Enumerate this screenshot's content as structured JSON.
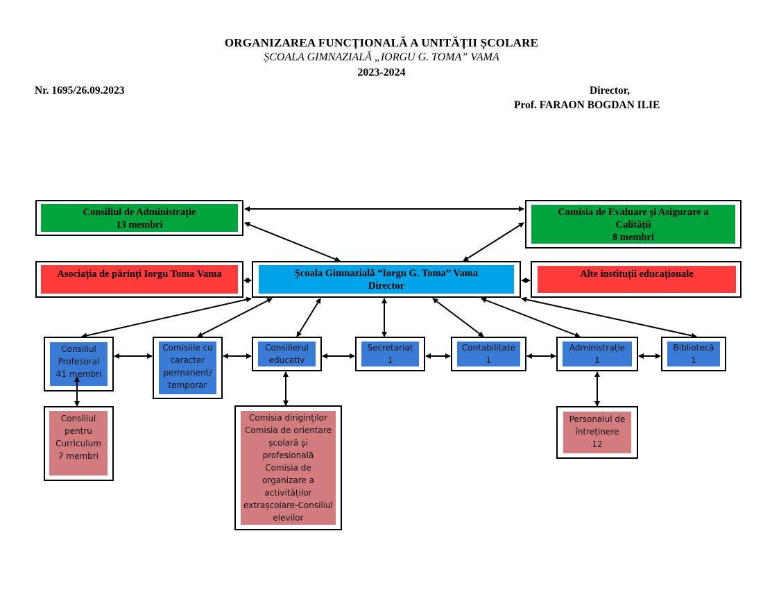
{
  "header": {
    "title": "ORGANIZAREA FUNCȚIONALĂ A UNITĂȚII ȘCOLARE",
    "school": "ȘCOALA GIMNAZIALĂ „IORGU G. TOMA” VAMA",
    "year": "2023-2024",
    "document_number": "Nr. 1695/26.09.2023",
    "director_label": "Director,",
    "director_name": "Prof. FARAON BOGDAN ILIE"
  },
  "colors": {
    "green": "#00a33c",
    "red": "#ff3b3b",
    "cyan": "#00a2e8",
    "blue": "#3a7bd5",
    "pink": "#d27c80"
  },
  "nodes": {
    "consiliu_admin": {
      "line1": "Consiliul de Administrație",
      "line2": "13 membri"
    },
    "ceac": {
      "line1": "Comisia de Evaluare și Asigurare a",
      "line2": "Calității",
      "line3": "8 membri"
    },
    "asociatia": {
      "line1": "Asociația de părinți Iorgu Toma Vama"
    },
    "scoala": {
      "line1": "Școala Gimnazială “Iorgu G. Toma” Vama",
      "line2": "Director"
    },
    "alte_institutii": {
      "line1": "Alte instituții educaționale"
    },
    "consiliu_profesoral": {
      "line1": "Consiliul",
      "line2": "Profesoral",
      "line3": "41 membri"
    },
    "comisiile": {
      "line1": "Comisiile cu",
      "line2": "caracter",
      "line3": "permanent/",
      "line4": "temporar"
    },
    "consilierul": {
      "line1": "Consilierul",
      "line2": "educativ"
    },
    "secretariat": {
      "line1": "Secretariat",
      "line2": "1"
    },
    "contabilitate": {
      "line1": "Contabilitate",
      "line2": "1"
    },
    "administratie": {
      "line1": "Administrație",
      "line2": "1"
    },
    "biblioteca": {
      "line1": "Bibliotecă",
      "line2": "1"
    },
    "curriculum": {
      "line1": "Consiliul",
      "line2": "pentru",
      "line3": "Curriculum",
      "line4": "7 membri"
    },
    "comisii_educ": {
      "line1": "Comisia diriginților",
      "line2": "Comisia de orientare",
      "line3": "școlară și",
      "line4": "profesională",
      "line5": "Comisia de",
      "line6": "organizare a",
      "line7": "activităților",
      "line8": "extrașcolare-Consiliul",
      "line9": "elevilor"
    },
    "personal": {
      "line1": "Personalul de",
      "line2": "întreținere",
      "line3": "12"
    }
  }
}
